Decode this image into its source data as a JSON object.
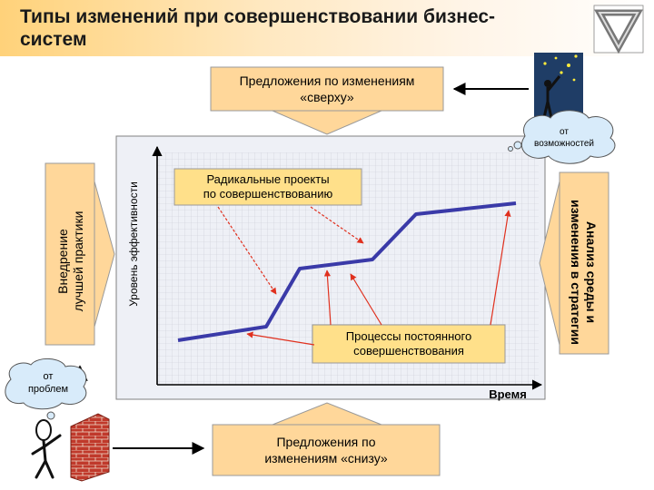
{
  "title": "Типы изменений при совершенствовании бизнес-\nсистем",
  "top_proposal": "Предложения по изменениям\n«сверху»",
  "bottom_proposal": "Предложения по\nизменениям «снизу»",
  "left_arrow_label": "Внедрение\nлучшей практики",
  "right_arrow_label": "Анализ среды и\nизменения в стратегии",
  "y_axis_label": "Уровень эффективности",
  "x_axis_label": "Время",
  "radical_projects": "Радикальные проекты\nпо совершенствованию",
  "continuous_processes": "Процессы постоянного\nсовершенствования",
  "cloud_opportunities": "от\nвозможностей",
  "cloud_problems": "от\nпроблем",
  "colors": {
    "title_gradient_start": "#ffd27a",
    "arrow_fill": "#ffd79a",
    "box_fill": "#ffe08a",
    "chart_fill": "#ffffff",
    "frame_fill": "#eef0f6",
    "line": "#3a3aa8",
    "pointer": "#e0301e",
    "cloud_fill": "#d8ebfa"
  },
  "icons": [
    "penrose-triangle-icon",
    "star-reaching-figure-icon",
    "brick-wall-figure-icon"
  ]
}
